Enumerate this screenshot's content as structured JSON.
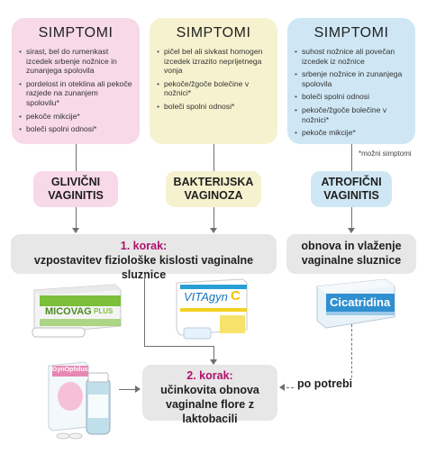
{
  "colors": {
    "pink": "#f7d9e7",
    "yellow": "#f6f2cf",
    "blue": "#cfe7f4",
    "step_gray": "#e7e7e7",
    "step_heading": "#b0106e",
    "line_gray": "#6f6f6f"
  },
  "symptom_cards": [
    {
      "title": "SIMPTOMI",
      "items": [
        "sirast, bel do rumenkast izcedek srbenje nožnice in zunanjega spolovila",
        "pordelost in oteklina ali pekoče razjede na zunanjem spolovilu*",
        "pekoče mikcije*",
        "boleči spolni odnosi*"
      ]
    },
    {
      "title": "SIMPTOMI",
      "items": [
        "pičel bel ali sivkast homogen izcedek izrazito neprijetnega vonja",
        "pekoče/žgoče bolečine v nožnici*",
        "boleči spolni odnosi*"
      ]
    },
    {
      "title": "SIMPTOMI",
      "items": [
        "suhost nožnice ali povečan izcedek iz nožnice",
        "srbenje nožnice in zunanjega spolovila",
        "boleči spolni odnosi",
        "pekoče/žgoče bolečine v nožnici*",
        "pekoče mikcije*"
      ]
    }
  ],
  "footnote": "*možni simptomi",
  "diagnoses": [
    {
      "line1": "GLIVIČNI",
      "line2": "VAGINITIS"
    },
    {
      "line1": "BAKTERIJSKA",
      "line2": "VAGINOZA"
    },
    {
      "line1": "ATROFIČNI",
      "line2": "VAGINITIS"
    }
  ],
  "step1": {
    "title": "1. korak:",
    "text": "vzpostavitev fiziološke kislosti vaginalne sluznice"
  },
  "step1b": {
    "line1": "obnova in vlaženje",
    "line2": "vaginalne sluznice"
  },
  "step2": {
    "title": "2. korak:",
    "line1": "učinkovita obnova",
    "line2": "vaginalne flore z laktobacili"
  },
  "po_potrebi": "po potrebi",
  "products": {
    "micovag": "MICOVAG",
    "micovag_plus": "PLUS",
    "vitagyn": "VITAgyn",
    "vitagyn_c": "C",
    "cicatridina": "Cicatridina",
    "gynophilus": "GynOphilus"
  }
}
